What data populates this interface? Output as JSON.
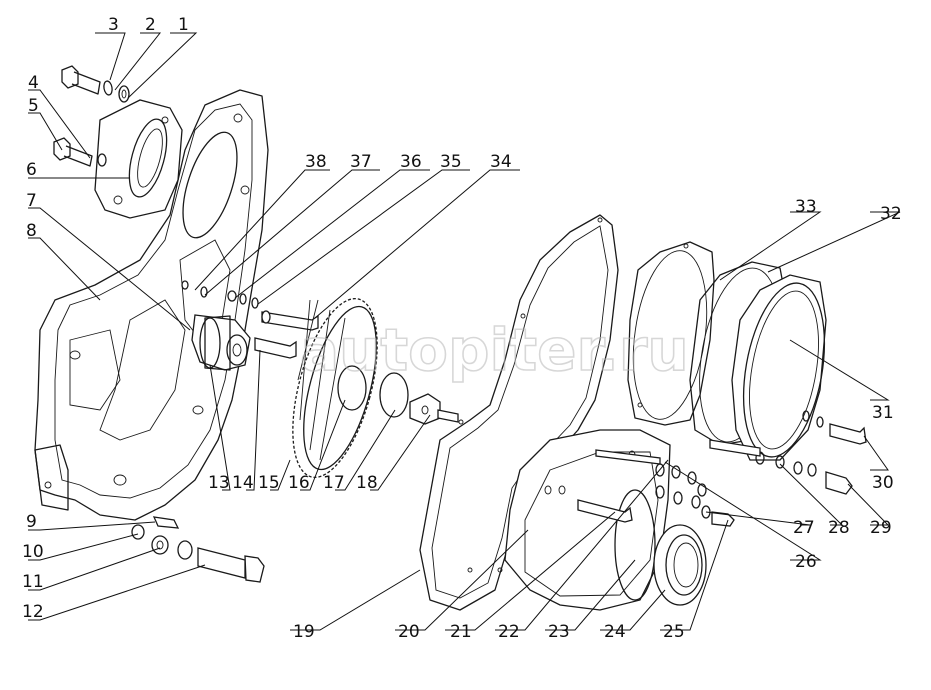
{
  "watermark": "autopiter.ru",
  "callouts": [
    "1",
    "2",
    "3",
    "4",
    "5",
    "6",
    "7",
    "8",
    "9",
    "10",
    "11",
    "12",
    "13",
    "14",
    "15",
    "16",
    "17",
    "18",
    "19",
    "20",
    "21",
    "22",
    "23",
    "24",
    "25",
    "26",
    "27",
    "28",
    "29",
    "30",
    "31",
    "32",
    "33",
    "34",
    "35",
    "36",
    "37",
    "38"
  ]
}
